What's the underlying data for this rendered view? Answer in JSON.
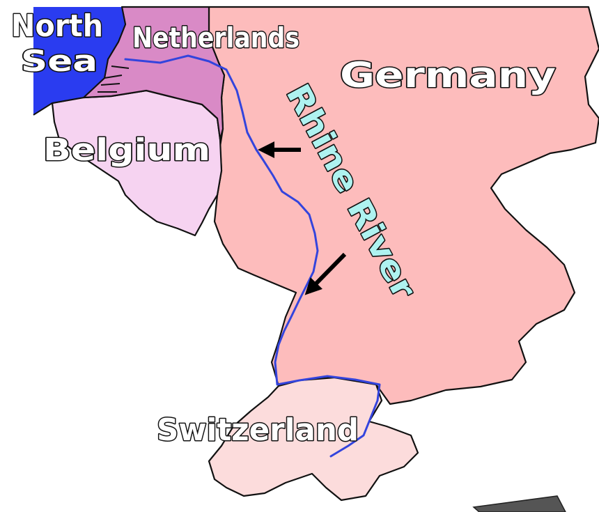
{
  "colors": {
    "sea": "#2a3cf0",
    "netherlands": "#d98ac6",
    "belgium": "#f6d3f1",
    "germany": "#fdbcbc",
    "switzerland": "#fcdcdc",
    "river": "#3344dd",
    "label_fill": "#ffffff",
    "river_label_fill": "#aef2f0",
    "border": "#111111"
  },
  "labels": {
    "sea_line1": "North",
    "sea_line2": "Sea",
    "netherlands": "Netherlands",
    "germany": "Germany",
    "belgium": "Belgium",
    "switzerland": "Switzerland",
    "river": "Rhine River"
  },
  "icons": {
    "pointer_upper": "arrow-left-icon",
    "pointer_lower": "arrow-down-left-icon"
  }
}
